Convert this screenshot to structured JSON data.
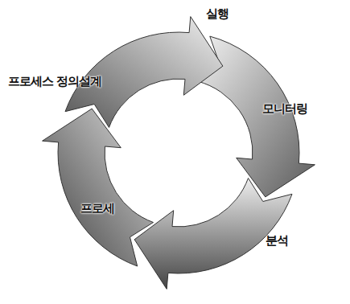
{
  "diagram": {
    "labels": [
      "실행",
      "모니터링",
      "분석",
      "프로세",
      "프로세스 정의설계"
    ]
  }
}
